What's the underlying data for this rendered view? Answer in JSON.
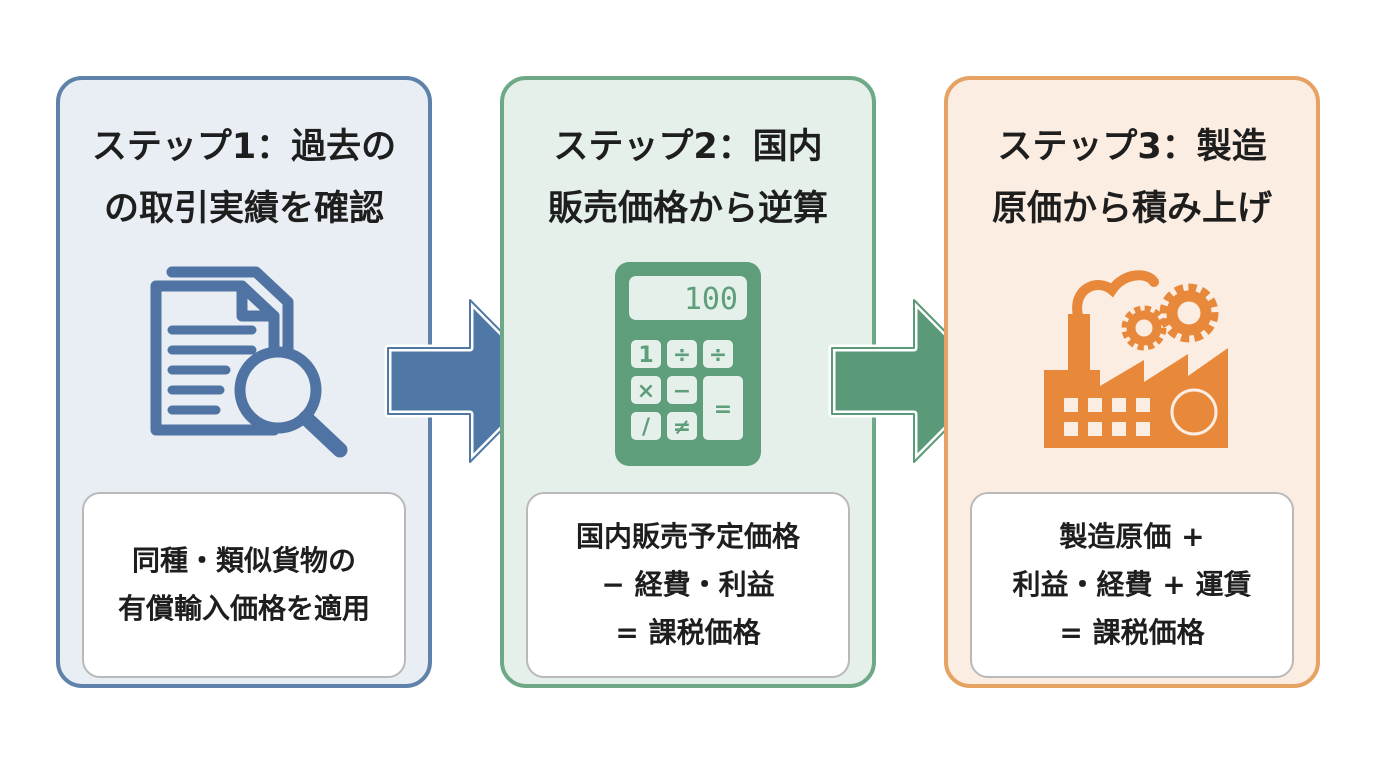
{
  "steps": [
    {
      "title_lines": [
        "ステップ1：過去の",
        "の取引実績を確認"
      ],
      "icon": "document-magnifier-icon",
      "body_lines": [
        "同種・類似貨物の",
        "有償輸入価格を適用"
      ],
      "color": "#5f82ab"
    },
    {
      "title_lines": [
        "ステップ2：国内",
        "販売価格から逆算"
      ],
      "icon": "calculator-icon",
      "display_value": "100",
      "keys": [
        "1",
        "÷",
        "÷",
        "×",
        "−",
        "/",
        "≠",
        "="
      ],
      "body_lines": [
        "国内販売予定価格",
        "− 経費・利益",
        "= 課税価格"
      ],
      "color": "#6fa886"
    },
    {
      "title_lines": [
        "ステップ3：製造",
        "原価から積み上げ"
      ],
      "icon": "factory-gear-icon",
      "body_lines": [
        "製造原価 +",
        "利益・経費 + 運賃",
        "= 課税価格"
      ],
      "color": "#e6a263"
    }
  ],
  "arrows": [
    {
      "icon": "right-arrow-icon",
      "color": "#4f78a6"
    },
    {
      "icon": "right-arrow-icon",
      "color": "#5a9a78"
    }
  ]
}
